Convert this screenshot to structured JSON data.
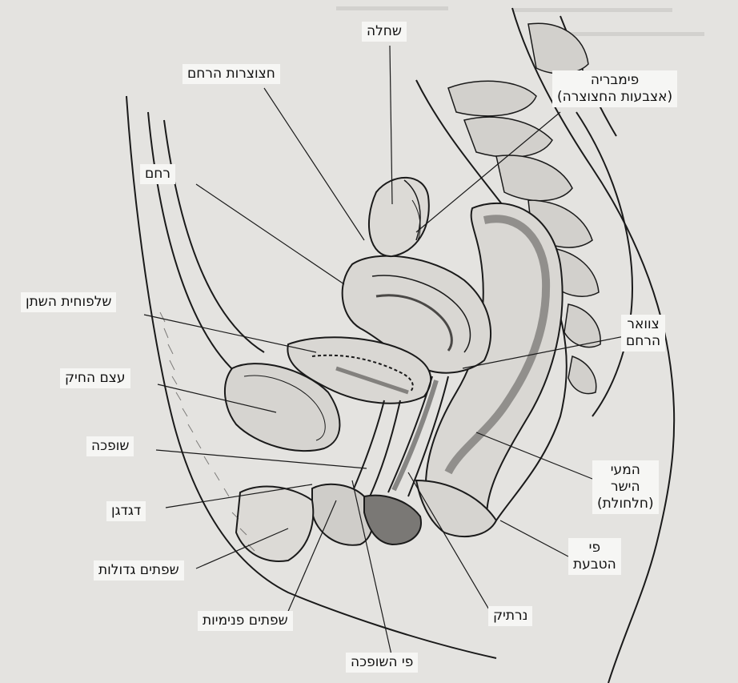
{
  "labels": {
    "ovary": "שחלה",
    "fallopian_tubes": "חצוצרות הרחם",
    "fimbria_line1": "פימבריה",
    "fimbria_line2": "(אצבעות החצוצרה)",
    "uterus": "רחם",
    "bladder": "שלפוחית השתן",
    "cervix_line1": "צוואר",
    "cervix_line2": "הרחם",
    "pubic_bone": "עצם החיק",
    "urethra": "שופכה",
    "rectum_line1": "המעי",
    "rectum_line2": "הישר",
    "rectum_line3": "(חלחולת)",
    "clitoris": "דגדגן",
    "anus_line1": "פי",
    "anus_line2": "הטבעת",
    "labia_majora": "שפתים גדולות",
    "labia_minora": "שפתים פנימיות",
    "vagina": "נרתיק",
    "urethral_opening": "פי השופכה"
  },
  "colors": {
    "background": "#e4e3e0",
    "label_box": "#f6f6f4",
    "ink": "#1a1a1a",
    "tissue": "#d9d7d3",
    "shadow": "#4a4846"
  }
}
